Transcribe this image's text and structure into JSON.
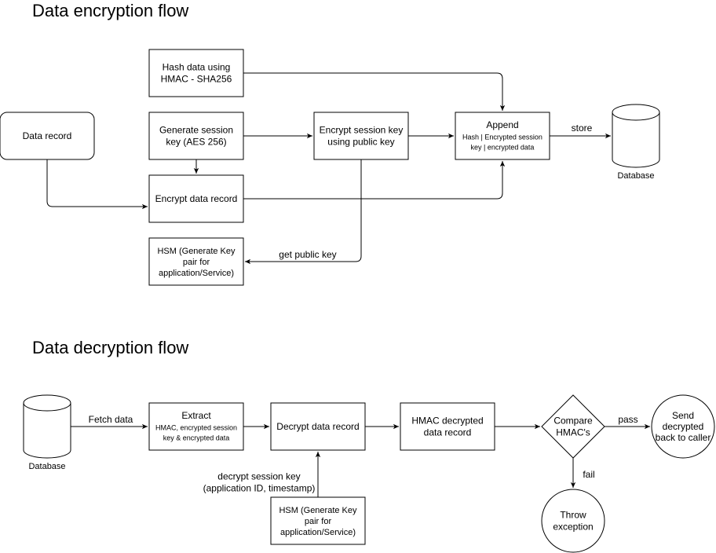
{
  "titles": {
    "encryption": "Data encryption flow",
    "decryption": "Data decryption flow"
  },
  "encryption": {
    "hash": [
      "Hash data using",
      "HMAC - SHA256"
    ],
    "data_record": [
      "Data record"
    ],
    "gen_key": [
      "Generate session",
      "key (AES 256)"
    ],
    "encrypt_key": [
      "Encrypt session key",
      "using public key"
    ],
    "append_title": [
      "Append"
    ],
    "append_sub": [
      "Hash | Encrypted session",
      "key | encrypted data"
    ],
    "encrypt_record": [
      "Encrypt data record"
    ],
    "hsm": [
      "HSM (Generate Key",
      "pair for",
      "application/Service)"
    ],
    "database": [
      "Database"
    ],
    "edge_store": "store",
    "edge_get_public_key": "get public key"
  },
  "decryption": {
    "database": [
      "Database"
    ],
    "extract_title": [
      "Extract"
    ],
    "extract_sub": [
      "HMAC, encrypted session",
      "key & encrypted data"
    ],
    "decrypt_record": [
      "Decrypt data record"
    ],
    "hmac_decrypted": [
      "HMAC decrypted",
      "data record"
    ],
    "compare": [
      "Compare",
      "HMAC's"
    ],
    "send_back": [
      "Send",
      "decrypted",
      "back to caller"
    ],
    "throw": [
      "Throw",
      "exception"
    ],
    "hsm": [
      "HSM (Generate Key",
      "pair for",
      "application/Service)"
    ],
    "edge_fetch": "Fetch data",
    "edge_decrypt_key": [
      "decrypt session key",
      "(application ID, timestamp)"
    ],
    "edge_pass": "pass",
    "edge_fail": "fail"
  },
  "colors": {
    "stroke": "#000000",
    "fill": "#ffffff",
    "text": "#000000"
  }
}
